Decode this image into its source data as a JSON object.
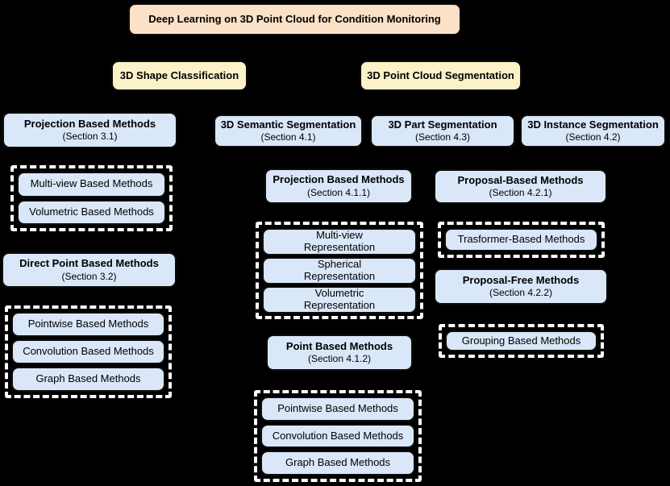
{
  "colors": {
    "background": "#000000",
    "root_fill": "#fbe1c7",
    "branch_fill": "#fcf2c7",
    "node_fill": "#d9e7f8",
    "node_border": "#0d0d0d",
    "group_border": "#ffffff"
  },
  "root": {
    "label": "Deep Learning on 3D Point Cloud for Condition Monitoring"
  },
  "branches": {
    "classification": {
      "label": "3D Shape Classification"
    },
    "segmentation": {
      "label": "3D Point Cloud Segmentation"
    }
  },
  "classification": {
    "projection": {
      "title": "Projection Based Methods",
      "section": "(Section 3.1)",
      "items": [
        "Multi-view Based Methods",
        "Volumetric Based Methods"
      ]
    },
    "direct_point": {
      "title": "Direct Point Based Methods",
      "section": "(Section 3.2)",
      "items": [
        "Pointwise Based Methods",
        "Convolution Based Methods",
        "Graph Based Methods"
      ]
    }
  },
  "segmentation": {
    "semantic": {
      "title": "3D Semantic Segmentation",
      "section": "(Section 4.1)",
      "projection": {
        "title": "Projection Based Methods",
        "section": "(Section 4.1.1)",
        "items": [
          "Multi-view Representation",
          "Spherical Representation",
          "Volumetric Representation"
        ]
      },
      "point": {
        "title": "Point Based Methods",
        "section": "(Section 4.1.2)",
        "items": [
          "Pointwise Based Methods",
          "Convolution Based Methods",
          "Graph Based Methods"
        ]
      }
    },
    "part": {
      "title": "3D Part Segmentation",
      "section": "(Section 4.3)"
    },
    "instance": {
      "title": "3D Instance Segmentation",
      "section": "(Section 4.2)",
      "proposal_based": {
        "title": "Proposal-Based Methods",
        "section": "(Section 4.2.1)",
        "items": [
          "Trasformer-Based Methods"
        ]
      },
      "proposal_free": {
        "title": "Proposal-Free Methods",
        "section": "(Section 4.2.2)",
        "items": [
          "Grouping Based Methods"
        ]
      }
    }
  }
}
